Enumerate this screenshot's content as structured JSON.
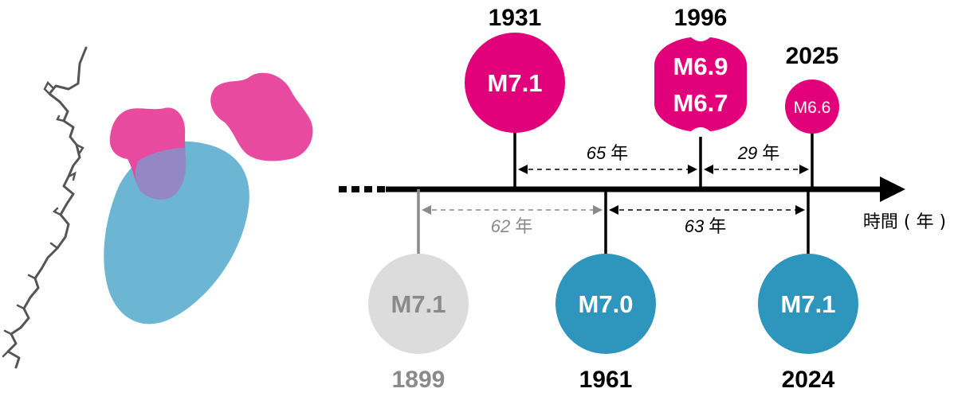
{
  "colors": {
    "pink": "#e2007a",
    "pink_zone": "#e84aa0",
    "blue": "#2e95bd",
    "blue_zone": "#6cb6d3",
    "gray_circle": "#dcdcdc",
    "gray_text": "#8a8a8a",
    "trench_line": "#555555",
    "axis": "#000000"
  },
  "map": {
    "pink_zones": [
      "pink-zone-west",
      "pink-zone-east"
    ],
    "blue_zone": "blue-zone"
  },
  "timeline": {
    "axis_label": "時間 ( 年 )",
    "events_above": [
      {
        "year": "1931",
        "magnitudes": [
          "M7.1"
        ]
      },
      {
        "year": "1996",
        "magnitudes": [
          "M6.9",
          "M6.7"
        ]
      },
      {
        "year": "2025",
        "magnitudes": [
          "M6.6"
        ]
      }
    ],
    "events_below": [
      {
        "year": "1899",
        "magnitudes": [
          "M7.1"
        ],
        "faded": true
      },
      {
        "year": "1961",
        "magnitudes": [
          "M7.0"
        ],
        "faded": false
      },
      {
        "year": "2024",
        "magnitudes": [
          "M7.1"
        ],
        "faded": false
      }
    ],
    "intervals_above": [
      {
        "number": "65",
        "unit": "年"
      },
      {
        "number": "29",
        "unit": "年"
      }
    ],
    "intervals_below": [
      {
        "number": "62",
        "unit": "年",
        "faded": true
      },
      {
        "number": "63",
        "unit": "年",
        "faded": false
      }
    ]
  }
}
